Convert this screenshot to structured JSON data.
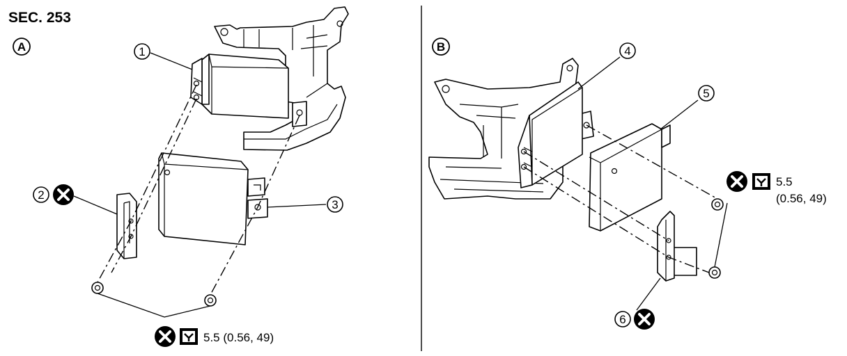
{
  "section": "SEC. 253",
  "views": [
    {
      "letter": "A"
    },
    {
      "letter": "B"
    }
  ],
  "callouts": {
    "c1": "1",
    "c2": "2",
    "c3": "3",
    "c4": "4",
    "c5": "5",
    "c6": "6"
  },
  "torque_a": "5.5 (0.56, 49)",
  "torque_b": {
    "line1": "5.5",
    "line2": "(0.56, 49)"
  },
  "symbols": {
    "no_reuse": "circle-x-icon",
    "torque": "torque-wrench-icon"
  }
}
